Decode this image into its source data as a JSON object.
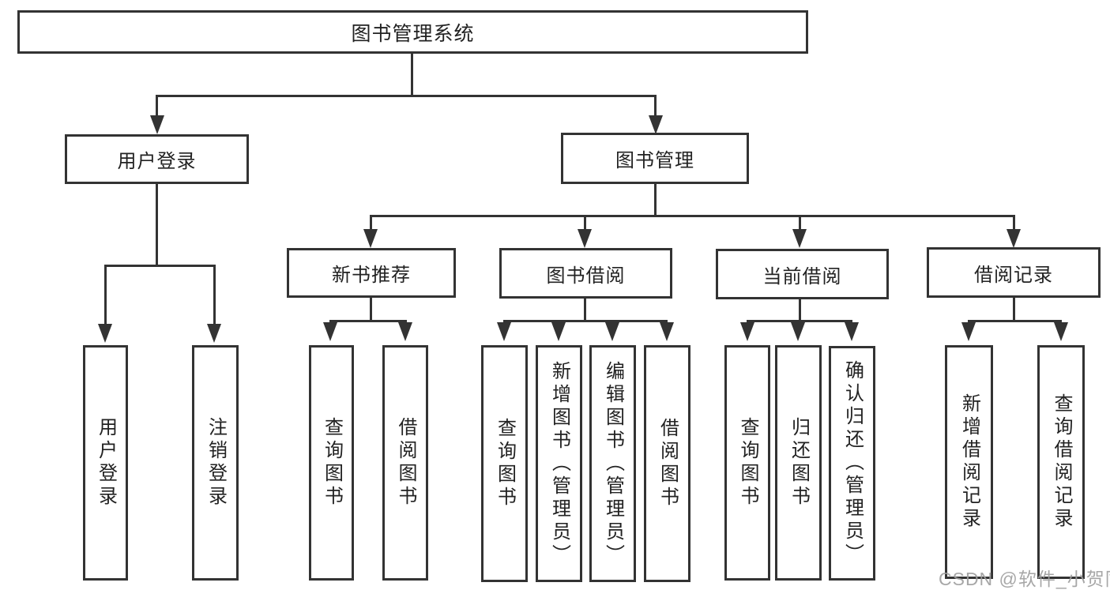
{
  "diagram": {
    "root": {
      "label": "图书管理系统"
    },
    "branches": [
      {
        "label": "用户登录",
        "children": [
          {
            "label": "用户登录"
          },
          {
            "label": "注销登录"
          }
        ]
      },
      {
        "label": "图书管理",
        "children": [
          {
            "label": "新书推荐",
            "children": [
              {
                "label": "查询图书"
              },
              {
                "label": "借阅图书"
              }
            ]
          },
          {
            "label": "图书借阅",
            "children": [
              {
                "label": "查询图书"
              },
              {
                "label": "新增图书（管理员）"
              },
              {
                "label": "编辑图书（管理员）"
              },
              {
                "label": "借阅图书"
              }
            ]
          },
          {
            "label": "当前借阅",
            "children": [
              {
                "label": "查询图书"
              },
              {
                "label": "归还图书"
              },
              {
                "label": "确认归还（管理员）"
              }
            ]
          },
          {
            "label": "借阅记录",
            "children": [
              {
                "label": "新增借阅记录"
              },
              {
                "label": "查询借阅记录"
              }
            ]
          }
        ]
      }
    ]
  },
  "watermark": {
    "text": "CSDN @软件_小贺同学"
  },
  "colors": {
    "line": "#333333",
    "background": "#ffffff",
    "text": "#222222",
    "watermark": "#9e9e9e"
  }
}
